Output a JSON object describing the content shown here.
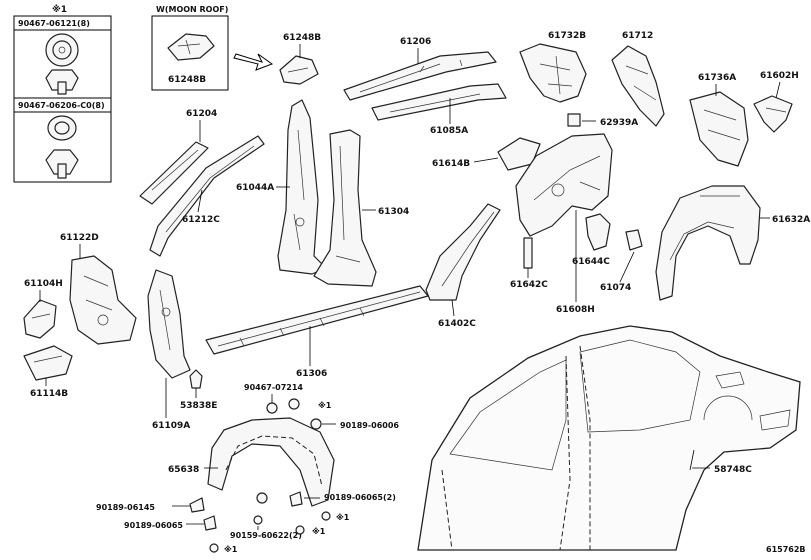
{
  "note_symbol": "※1",
  "legend": {
    "symbol": "※1",
    "clip_a": "90467-06121(8)",
    "clip_b": "90467-06206-C0(8)"
  },
  "moon_roof": {
    "title": "W(MOON ROOF)",
    "part": "61248B",
    "part_outside": "61248B"
  },
  "part_labels": {
    "p61206": "61206",
    "p61732B": "61732B",
    "p61712": "61712",
    "p61736A": "61736A",
    "p61602H": "61602H",
    "p62939A": "62939A",
    "p61085A": "61085A",
    "p61204": "61204",
    "p61614B": "61614B",
    "p61044A": "61044A",
    "p61304": "61304",
    "p61632A": "61632A",
    "p61212C": "61212C",
    "p61122D": "61122D",
    "p61644C": "61644C",
    "p61104H": "61104H",
    "p61642C": "61642C",
    "p61074": "61074",
    "p61402C": "61402C",
    "p61608H": "61608H",
    "p61306": "61306",
    "p61114B": "61114B",
    "p53838E": "53838E",
    "p61109A": "61109A",
    "p65638": "65638",
    "p58748C": "58748C"
  },
  "fastener_labels": {
    "f90467_07214": "90467-07214",
    "f90189_06006": "90189-06006",
    "f90189_06145": "90189-06145",
    "f90189_06065_2": "90189-06065(2)",
    "f90189_06065": "90189-06065",
    "f90159_60622": "90159-60622(2)"
  },
  "diagram_code": "615762B"
}
